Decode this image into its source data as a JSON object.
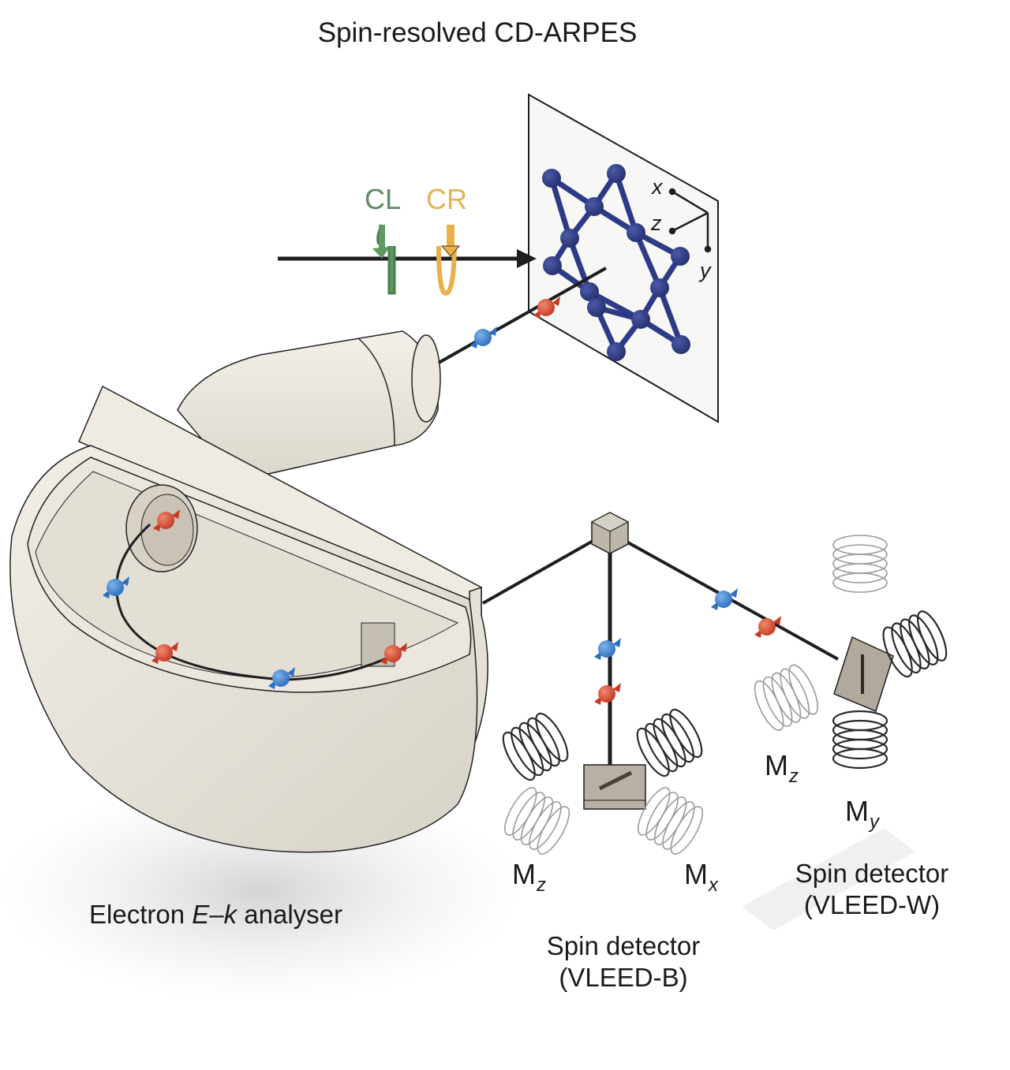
{
  "title": "Spin-resolved CD-ARPES",
  "light": {
    "left_circular_label": "CL",
    "right_circular_label": "CR",
    "colors": {
      "CL": "#5f9a62",
      "CR": "#e8b04a",
      "beam": "#1e1e1e"
    }
  },
  "sample": {
    "axes": {
      "x": "x",
      "y": "y",
      "z": "z"
    },
    "atom_color": "#2d3a85"
  },
  "analyser": {
    "label_prefix": "Electron ",
    "label_italic_E": "E",
    "label_dash": "–",
    "label_italic_k": "k",
    "label_suffix": " analyser"
  },
  "detectors": [
    {
      "name_line1": "Spin detector",
      "name_line2": "(VLEED-B)",
      "coils": [
        {
          "label": "M",
          "subscript": "z"
        },
        {
          "label": "M",
          "subscript": "x"
        }
      ]
    },
    {
      "name_line1": "Spin detector",
      "name_line2": "(VLEED-W)",
      "coils": [
        {
          "label": "M",
          "subscript": "z"
        },
        {
          "label": "M",
          "subscript": "y"
        }
      ]
    }
  ],
  "colors": {
    "spin_up": "#3a7fcf",
    "spin_down": "#d84a35",
    "analyser_body": "#e9e5dc",
    "target": "#a9a297",
    "background": "#ffffff"
  }
}
